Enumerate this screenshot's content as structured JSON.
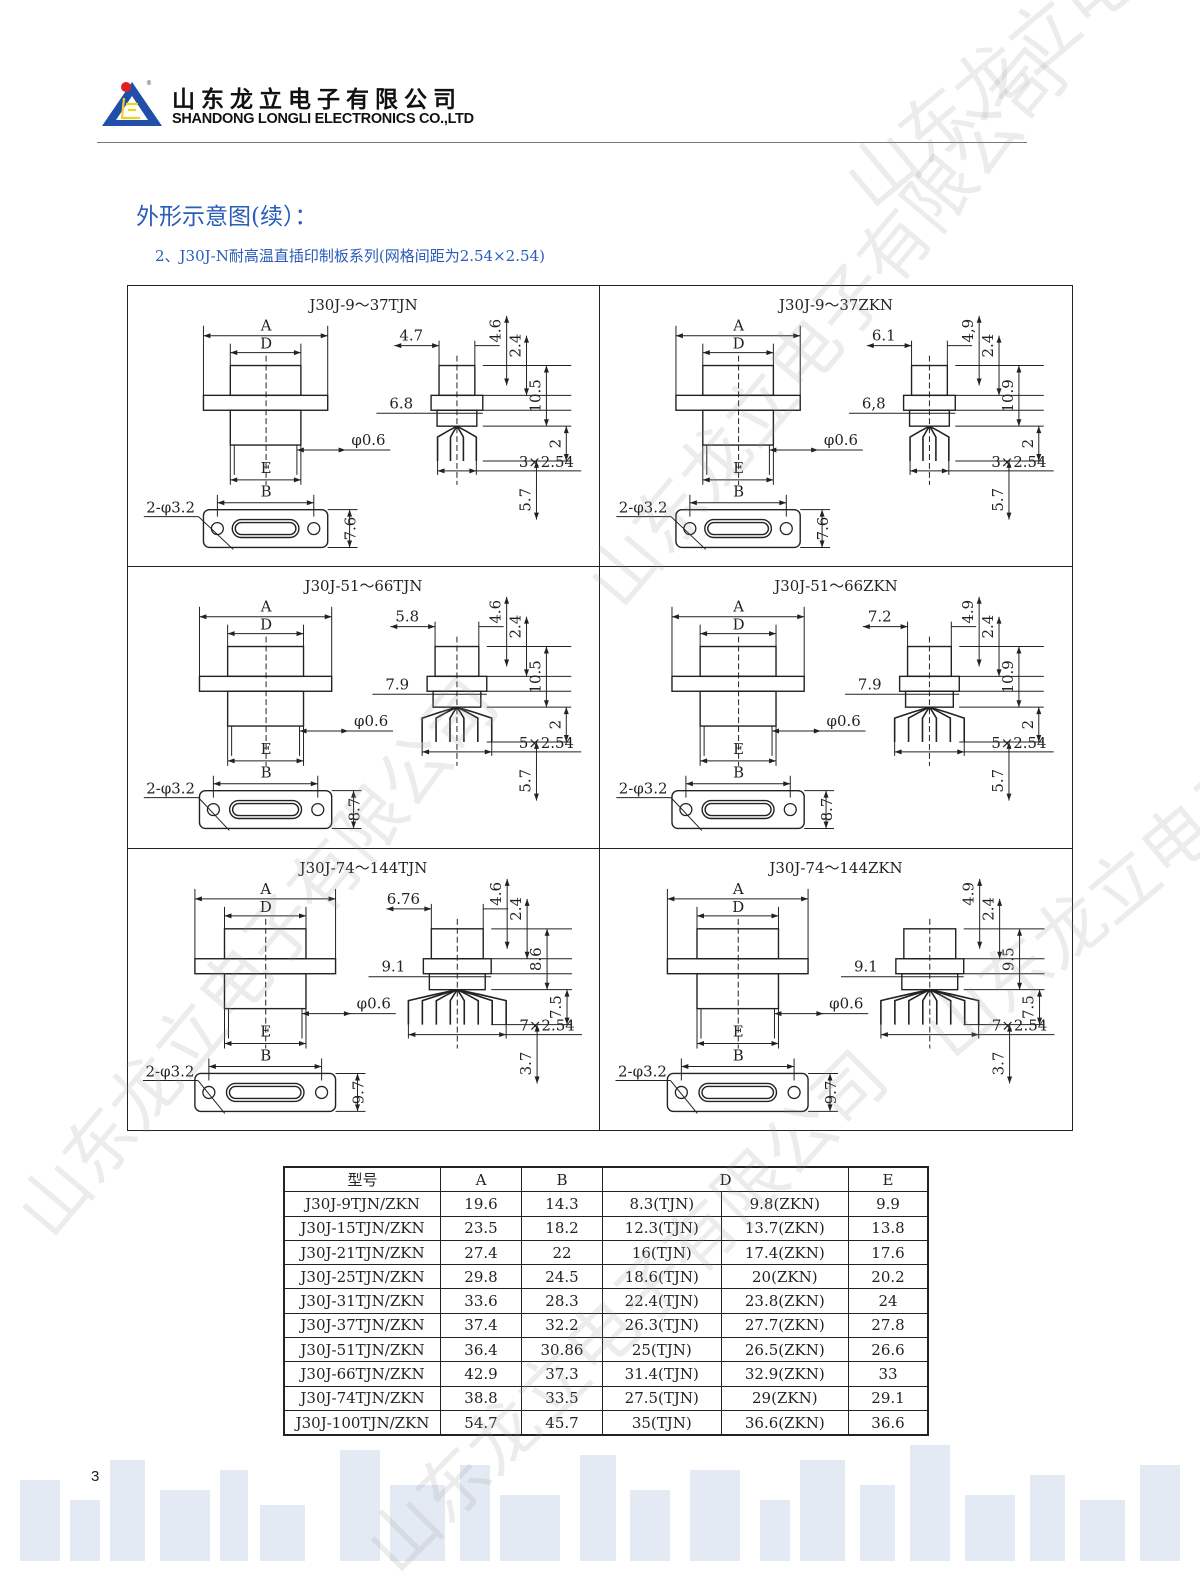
{
  "header": {
    "company_cn": "山东龙立电子有限公司",
    "company_en": "SHANDONG LONGLI ELECTRONICS CO.,LTD"
  },
  "watermark": "山东龙立电子有限公司",
  "section_title": "外形示意图(续）：",
  "subtitle": "2、J30J-N耐高温直插印制板系列(网格间距为2.54×2.54)",
  "colors": {
    "title_blue": "#2a5cb8",
    "logo_blue": "#1f4fa8",
    "logo_red": "#e02020",
    "logo_yellow": "#f2d21e"
  },
  "panels": [
    {
      "title": "J30J-9～37TJN",
      "A": "A",
      "D": "D",
      "E": "E",
      "B": "B",
      "top_width": "4.7",
      "flange_width": "6.8",
      "pin_dia": "φ0.6",
      "pitch": "3×2.54",
      "v_dims": [
        "4.6",
        "2.4",
        "10.5",
        "2"
      ],
      "bottom": "5.7",
      "holes": "2-φ3.2",
      "height": "7.6",
      "pins": 4
    },
    {
      "title": "J30J-9～37ZKN",
      "A": "A",
      "D": "D",
      "E": "E",
      "B": "B",
      "top_width": "6.1",
      "flange_width": "6,8",
      "pin_dia": "φ0.6",
      "pitch": "3×2.54",
      "v_dims": [
        "4,9",
        "2.4",
        "10.9",
        "2"
      ],
      "bottom": "5.7",
      "holes": "2-φ3.2",
      "height": "7.6",
      "pins": 4
    },
    {
      "title": "J30J-51～66TJN",
      "A": "A",
      "D": "D",
      "E": "E",
      "B": "B",
      "top_width": "5.8",
      "flange_width": "7.9",
      "pin_dia": "φ0.6",
      "pitch": "5×2.54",
      "v_dims": [
        "4.6",
        "2.4",
        "10.5",
        "2"
      ],
      "bottom": "5.7",
      "holes": "2-φ3.2",
      "height": "8.7",
      "pins": 6
    },
    {
      "title": "J30J-51～66ZKN",
      "A": "A",
      "D": "D",
      "E": "E",
      "B": "B",
      "top_width": "7.2",
      "flange_width": "7.9",
      "pin_dia": "φ0.6",
      "pitch": "5×2.54",
      "v_dims": [
        "4.9",
        "2.4",
        "10.9",
        "2"
      ],
      "bottom": "5.7",
      "holes": "2-φ3.2",
      "height": "8.7",
      "pins": 6
    },
    {
      "title": "J30J-74～144TJN",
      "A": "A",
      "D": "D",
      "E": "E",
      "B": "B",
      "top_width": "6.76",
      "flange_width": "9.1",
      "pin_dia": "φ0.6",
      "pitch": "7×2.54",
      "v_dims": [
        "4.6",
        "2.4",
        "8.6",
        "7.5"
      ],
      "bottom": "3.7",
      "holes": "2-φ3.2",
      "height": "9.7",
      "pins": 8
    },
    {
      "title": "J30J-74～144ZKN",
      "A": "A",
      "D": "D",
      "E": "E",
      "B": "B",
      "top_width": "",
      "flange_width": "9.1",
      "pin_dia": "φ0.6",
      "pitch": "7×2.54",
      "v_dims": [
        "4.9",
        "2.4",
        "9.5",
        "7.5"
      ],
      "bottom": "3.7",
      "holes": "2-φ3.2",
      "height": "9.7",
      "pins": 8
    }
  ],
  "table": {
    "headers": [
      "型号",
      "A",
      "B",
      "D",
      "E"
    ],
    "rows": [
      [
        "J30J-9TJN/ZKN",
        "19.6",
        "14.3",
        "8.3(TJN)",
        "9.8(ZKN)",
        "9.9"
      ],
      [
        "J30J-15TJN/ZKN",
        "23.5",
        "18.2",
        "12.3(TJN)",
        "13.7(ZKN)",
        "13.8"
      ],
      [
        "J30J-21TJN/ZKN",
        "27.4",
        "22",
        "16(TJN)",
        "17.4(ZKN)",
        "17.6"
      ],
      [
        "J30J-25TJN/ZKN",
        "29.8",
        "24.5",
        "18.6(TJN)",
        "20(ZKN)",
        "20.2"
      ],
      [
        "J30J-31TJN/ZKN",
        "33.6",
        "28.3",
        "22.4(TJN)",
        "23.8(ZKN)",
        "24"
      ],
      [
        "J30J-37TJN/ZKN",
        "37.4",
        "32.2",
        "26.3(TJN)",
        "27.7(ZKN)",
        "27.8"
      ],
      [
        "J30J-51TJN/ZKN",
        "36.4",
        "30.86",
        "25(TJN)",
        "26.5(ZKN)",
        "26.6"
      ],
      [
        "J30J-66TJN/ZKN",
        "42.9",
        "37.3",
        "31.4(TJN)",
        "32.9(ZKN)",
        "33"
      ],
      [
        "J30J-74TJN/ZKN",
        "38.8",
        "33.5",
        "27.5(TJN)",
        "29(ZKN)",
        "29.1"
      ],
      [
        "J30J-100TJN/ZKN",
        "54.7",
        "45.7",
        "35(TJN)",
        "36.6(ZKN)",
        "36.6"
      ]
    ]
  },
  "page_number": "3"
}
